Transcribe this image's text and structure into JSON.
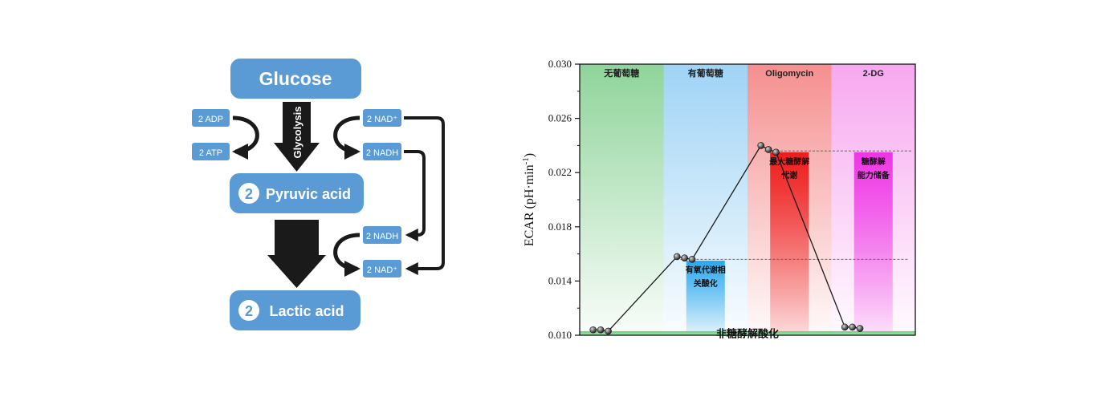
{
  "pathway": {
    "glucose": "Glucose",
    "glycolysis": "Glycolysis",
    "pyruvic_count": "2",
    "pyruvic": "Pyruvic acid",
    "lactic_count": "2",
    "lactic": "Lactic acid",
    "adp": "2 ADP",
    "atp": "2 ATP",
    "nad_top": "2 NAD⁺",
    "nadh_top": "2 NADH",
    "nadh_bottom": "2 NADH",
    "nad_bottom": "2 NAD⁺",
    "colors": {
      "box": "#5b9bd5",
      "arrow": "#1a1a1a",
      "text": "#ffffff"
    }
  },
  "chart_data": {
    "type": "line",
    "ylabel_main": "ECAR (pH·min",
    "ylabel_sup": "-1",
    "ylabel_close": ")",
    "ylim": [
      0.01,
      0.03
    ],
    "yticks": [
      "0.010",
      "0.014",
      "0.018",
      "0.022",
      "0.026",
      "0.030"
    ],
    "phases": [
      {
        "label": "无葡萄糖",
        "color": "#8fd49a"
      },
      {
        "label": "有葡萄糖",
        "color": "#9fd3f5"
      },
      {
        "label": "Oligomycin",
        "color": "#f58f8f"
      },
      {
        "label": "2-DG",
        "color": "#f7a8f0"
      }
    ],
    "baseline_label": "非糖酵解酸化",
    "baseline_value": 0.0103,
    "bars": [
      {
        "lines": [
          "有氧代谢相",
          "关酸化"
        ],
        "top": 0.0155,
        "color": "#2aa8ee",
        "phase": 1
      },
      {
        "lines": [
          "最大糖酵解",
          "代谢"
        ],
        "top": 0.0235,
        "color": "#ee1c1c",
        "phase": 2
      },
      {
        "lines": [
          "糖酵解",
          "能力储备"
        ],
        "top": 0.0235,
        "color": "#ee35e5",
        "phase": 3
      }
    ],
    "series": [
      {
        "values": [
          {
            "x": 0.16,
            "y": 0.0104
          },
          {
            "x": 0.25,
            "y": 0.0104
          },
          {
            "x": 0.34,
            "y": 0.0103
          },
          {
            "x": 1.16,
            "y": 0.0158
          },
          {
            "x": 1.25,
            "y": 0.0157
          },
          {
            "x": 1.34,
            "y": 0.0156
          },
          {
            "x": 2.16,
            "y": 0.024
          },
          {
            "x": 2.25,
            "y": 0.0237
          },
          {
            "x": 2.34,
            "y": 0.0235
          },
          {
            "x": 3.16,
            "y": 0.0106
          },
          {
            "x": 3.25,
            "y": 0.0106
          },
          {
            "x": 3.34,
            "y": 0.0105
          }
        ]
      }
    ],
    "dashed_levels": [
      {
        "y": 0.0156,
        "x0": 1.2,
        "x1": 3.92
      },
      {
        "y": 0.0236,
        "x0": 2.2,
        "x1": 3.97
      }
    ]
  }
}
